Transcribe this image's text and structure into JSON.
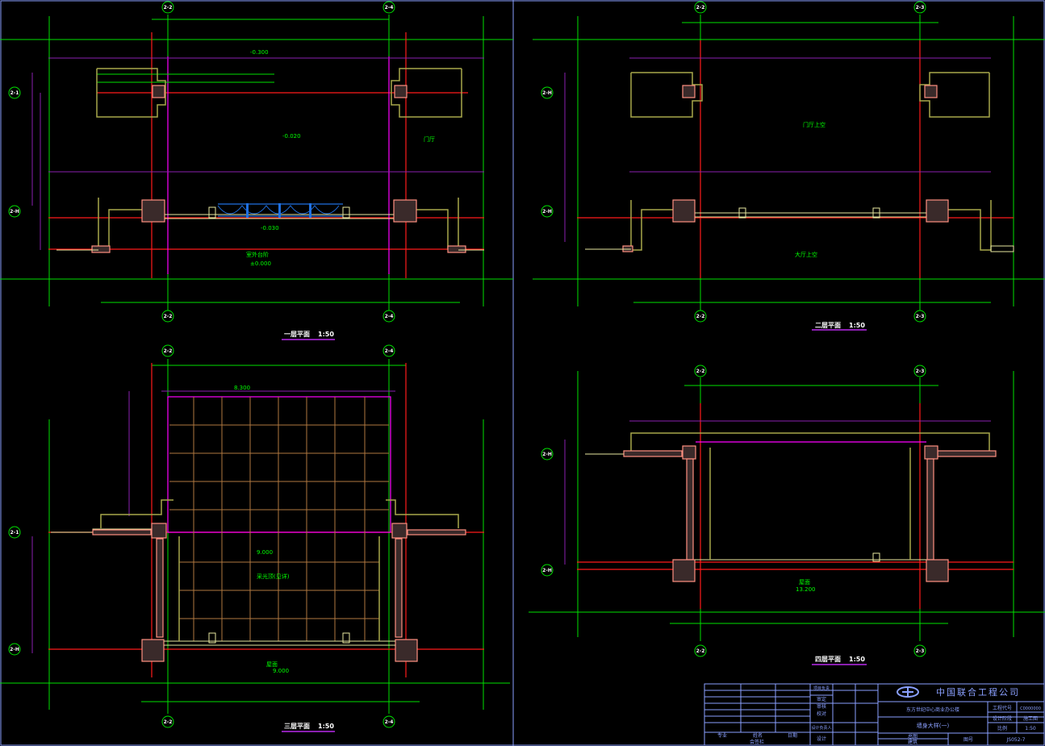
{
  "drawing": {
    "plans": [
      {
        "title": "一层平面",
        "scale": "1:50",
        "axes": [
          "2-2",
          "2-4",
          "2-1",
          "2-H"
        ],
        "labels": [
          "-0.300",
          "-0.020",
          "-0.030",
          "±0.000",
          "室外台阶",
          "门厅"
        ]
      },
      {
        "title": "二层平面",
        "scale": "1:50",
        "axes": [
          "2-2",
          "2-3",
          "2-H",
          "2-H"
        ],
        "labels": [
          "门厅上空",
          "大厅上空"
        ]
      },
      {
        "title": "三层平面",
        "scale": "1:50",
        "axes": [
          "2-2",
          "2-4",
          "2-1",
          "2-H"
        ],
        "labels": [
          "8.300",
          "9.000",
          "采光顶(见详)",
          "9.000",
          "屋面"
        ]
      },
      {
        "title": "四层平面",
        "scale": "1:50",
        "axes": [
          "2-2",
          "2-3",
          "2-H",
          "2-H"
        ],
        "labels": [
          "13.200",
          "屋面"
        ]
      }
    ]
  },
  "title_block": {
    "company": "中国联合工程公司",
    "project": "东方世纪中心商业办公楼",
    "drawing_name": "墙身大样(一)",
    "left_footer": [
      "专业",
      "姓名",
      "日期"
    ],
    "left_caption": "会签栏",
    "roles": [
      "项目负责",
      "审定",
      "审核",
      "校对",
      "设计负责人",
      "设计"
    ],
    "bottom_mid": [
      "总图",
      "建筑"
    ],
    "drawing_no_label": "图号",
    "drawing_no": "JS052-7",
    "info_labels": [
      "工程代号",
      "设计阶段",
      "比例"
    ],
    "info_values": [
      "C0000000",
      "施工图",
      "1:50"
    ]
  }
}
